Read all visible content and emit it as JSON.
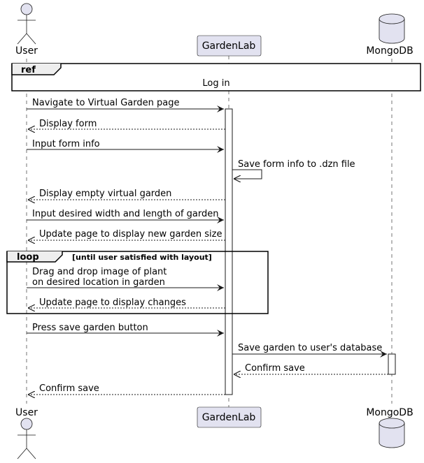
{
  "diagram_type": "sequence",
  "participants": [
    {
      "id": "user",
      "kind": "actor",
      "label": "User"
    },
    {
      "id": "gardenlab",
      "kind": "participant",
      "label": "GardenLab"
    },
    {
      "id": "mongodb",
      "kind": "database",
      "label": "MongoDB"
    }
  ],
  "ref_frame": {
    "title": "ref",
    "text": "Log in"
  },
  "loop_frame": {
    "title": "loop",
    "condition": "[until user satisfied with layout]"
  },
  "messages": [
    {
      "text": "Navigate to Virtual Garden page",
      "from": "user",
      "to": "gardenlab",
      "style": "solid"
    },
    {
      "text": "Display form",
      "from": "gardenlab",
      "to": "user",
      "style": "dashed"
    },
    {
      "text": "Input form info",
      "from": "user",
      "to": "gardenlab",
      "style": "solid"
    },
    {
      "text": "Save form info to .dzn file",
      "from": "gardenlab",
      "to": "gardenlab",
      "style": "self"
    },
    {
      "text": "Display empty virtual garden",
      "from": "gardenlab",
      "to": "user",
      "style": "dashed"
    },
    {
      "text": "Input desired width and length of garden",
      "from": "user",
      "to": "gardenlab",
      "style": "solid"
    },
    {
      "text": "Update page to display new garden size",
      "from": "gardenlab",
      "to": "user",
      "style": "dashed"
    },
    {
      "lines": [
        "Drag and drop image of plant",
        "on desired location in garden"
      ],
      "from": "user",
      "to": "gardenlab",
      "style": "solid"
    },
    {
      "text": "Update page to display changes",
      "from": "gardenlab",
      "to": "user",
      "style": "dashed"
    },
    {
      "text": "Press save garden button",
      "from": "user",
      "to": "gardenlab",
      "style": "solid"
    },
    {
      "text": "Save garden to user's database",
      "from": "gardenlab",
      "to": "mongodb",
      "style": "solid"
    },
    {
      "text": "Confirm save",
      "from": "mongodb",
      "to": "gardenlab",
      "style": "dashed"
    },
    {
      "text": "Confirm save",
      "from": "gardenlab",
      "to": "user",
      "style": "dashed"
    }
  ]
}
